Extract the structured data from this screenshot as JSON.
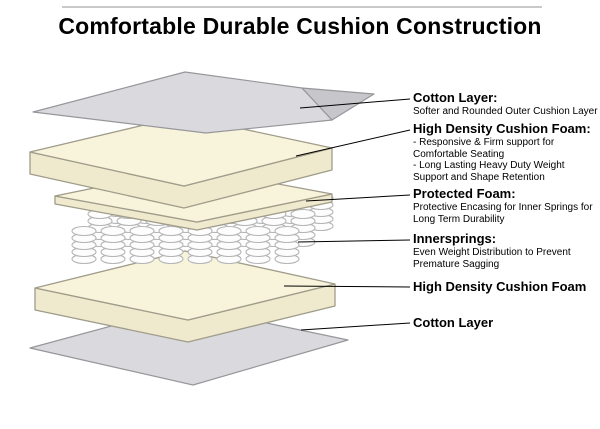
{
  "title": "Comfortable Durable Cushion Construction",
  "labels": [
    {
      "heading": "Cotton Layer:",
      "desc": "Softer and Rounded Outer Cushion Layer"
    },
    {
      "heading": "High Density Cushion Foam:",
      "desc": "- Responsive & Firm support for\nComfortable Seating\n- Long Lasting Heavy Duty Weight\nSupport and Shape Retention"
    },
    {
      "heading": "Protected Foam:",
      "desc": "Protective Encasing for Inner Springs for\nLong Term Durability"
    },
    {
      "heading": "Innersprings:",
      "desc": "Even Weight Distribution to Prevent\nPremature Sagging"
    },
    {
      "heading": "High Density Cushion Foam",
      "desc": ""
    },
    {
      "heading": "Cotton Layer",
      "desc": ""
    }
  ],
  "layers": [
    "Cotton Layer (top)",
    "High Density Cushion Foam (upper)",
    "Protected Foam",
    "Innersprings",
    "High Density Cushion Foam (lower)",
    "Cotton Layer (bottom)"
  ],
  "colors": {
    "foam": "#f8f4dc",
    "foam_side": "#efe9cd",
    "cotton": "#dadade",
    "cotton_fold": "#c6c6cb",
    "spring": "#b6b6b8",
    "leader": "#000000"
  }
}
